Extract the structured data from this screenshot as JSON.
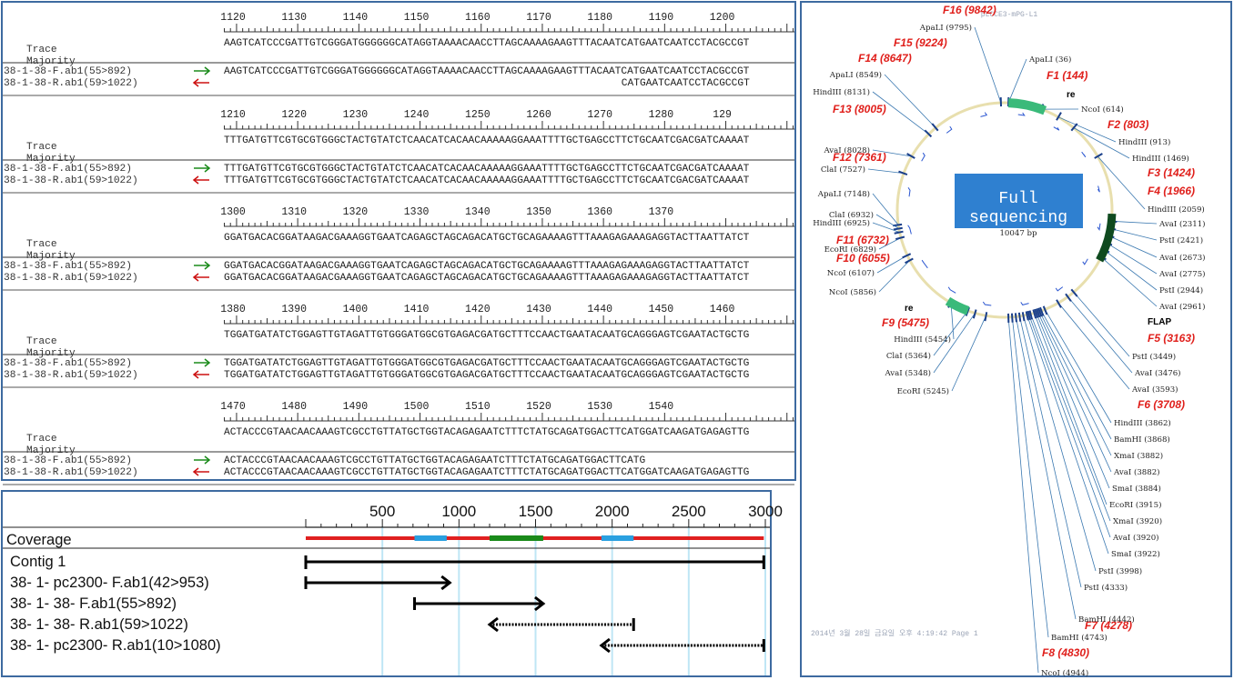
{
  "alignment": {
    "row_labels": {
      "trace": "Trace",
      "majority": "Majority",
      "forward": "38-1-38-F.ab1(55>892)",
      "reverse": "38-1-38-R.ab1(59>1022)"
    },
    "blocks": [
      {
        "ticks": [
          "1120",
          "1130",
          "1140",
          "1150",
          "1160",
          "1170",
          "1180",
          "1190",
          "1200"
        ],
        "majority": "AAGTCATCCCGATTGTCGGGATGGGGGGCATAGGTAAAACAACCTTAGCAAAAGAAGTTTACAATCATGAATCAATCCTACGCCGT",
        "forward": "AAGTCATCCCGATTGTCGGGATGGGGGGCATAGGTAAAACAACCTTAGCAAAAGAAGTTTACAATCATGAATCAATCCTACGCCGT",
        "reverse": "CATGAATCAATCCTACGCCGT"
      },
      {
        "ticks": [
          "1210",
          "1220",
          "1230",
          "1240",
          "1250",
          "1260",
          "1270",
          "1280",
          "129"
        ],
        "majority": "TTTGATGTTCGTGCGTGGGCTACTGTATCTCAACATCACAACAAAAAGGAAATTTTGCTGAGCCTTCTGCAATCGACGATCAAAAT",
        "forward": "TTTGATGTTCGTGCGTGGGCTACTGTATCTCAACATCACAACAAAAAGGAAATTTTGCTGAGCCTTCTGCAATCGACGATCAAAAT",
        "reverse": "TTTGATGTTCGTGCGTGGGCTACTGTATCTCAACATCACAACAAAAAGGAAATTTTGCTGAGCCTTCTGCAATCGACGATCAAAAT"
      },
      {
        "ticks": [
          "1300",
          "1310",
          "1320",
          "1330",
          "1340",
          "1350",
          "1360",
          "1370"
        ],
        "majority": "GGATGACACGGATAAGACGAAAGGTGAATCAGAGCTAGCAGACATGCTGCAGAAAAGTTTAAAGAGAAAGAGGTACTTAATTATCT",
        "forward": "GGATGACACGGATAAGACGAAAGGTGAATCAGAGCTAGCAGACATGCTGCAGAAAAGTTTAAAGAGAAAGAGGTACTTAATTATCT",
        "reverse": "GGATGACACGGATAAGACGAAAGGTGAATCAGAGCTAGCAGACATGCTGCAGAAAAGTTTAAAGAGAAAGAGGTACTTAATTATCT"
      },
      {
        "ticks": [
          "1380",
          "1390",
          "1400",
          "1410",
          "1420",
          "1430",
          "1440",
          "1450",
          "1460"
        ],
        "majority": "TGGATGATATCTGGAGTTGTAGATTGTGGGATGGCGTGAGACGATGCTTTCCAACTGAATACAATGCAGGGAGTCGAATACTGCTG",
        "forward": "TGGATGATATCTGGAGTTGTAGATTGTGGGATGGCGTGAGACGATGCTTTCCAACTGAATACAATGCAGGGAGTCGAATACTGCTG",
        "reverse": "TGGATGATATCTGGAGTTGTAGATTGTGGGATGGCGTGAGACGATGCTTTCCAACTGAATACAATGCAGGGAGTCGAATACTGCTG"
      },
      {
        "ticks": [
          "1470",
          "1480",
          "1490",
          "1500",
          "1510",
          "1520",
          "1530",
          "1540"
        ],
        "majority": "ACTACCCGTAACAACAAAGTCGCCTGTTATGCTGGTACAGAGAATCTTTCTATGCAGATGGACTTCATGGATCAAGATGAGAGTTG",
        "forward": "ACTACCCGTAACAACAAAGTCGCCTGTTATGCTGGTACAGAGAATCTTTCTATGCAGATGGACTTCATG",
        "reverse": "ACTACCCGTAACAACAAAGTCGCCTGTTATGCTGGTACAGAGAATCTTTCTATGCAGATGGACTTCATGGATCAAGATGAGAGTTG"
      }
    ]
  },
  "coverage": {
    "scale_labels": [
      "500",
      "1000",
      "1500",
      "2000",
      "2500",
      "3000"
    ],
    "coverage_label": "Coverage",
    "contig_label": "Contig 1",
    "reads": [
      {
        "label": "38- 1- pc2300- F.ab1(42>953)",
        "start": 0,
        "end": 940,
        "dir": "forward",
        "style": "solid"
      },
      {
        "label": "38- 1- 38- F.ab1(55>892)",
        "start": 710,
        "end": 1550,
        "dir": "forward",
        "style": "solid"
      },
      {
        "label": "38- 1- 38- R.ab1(59>1022)",
        "start": 1200,
        "end": 2140,
        "dir": "reverse",
        "style": "dotted"
      },
      {
        "label": "38- 1- pc2300- R.ab1(10>1080)",
        "start": 1930,
        "end": 2990,
        "dir": "reverse",
        "style": "dotted"
      }
    ],
    "colors": {
      "low": "#e02020",
      "mid": "#2aa0e0",
      "high": "#1a8a1a"
    }
  },
  "plasmid": {
    "title": "Full sequencing",
    "size": "10047 bp",
    "header": "pLCCE3-mPG-L1",
    "footer": "2014년 3월 28일 금요일 오후 4:19:42 Page 1",
    "flap_label": "FLAP",
    "re_label": "re",
    "fragments": [
      "F16 (9842)",
      "F15 (9224)",
      "F14 (8647)",
      "F13 (8005)",
      "F12 (7361)",
      "F11 (6732)",
      "F10 (6055)",
      "F9 (5475)",
      "F1 (144)",
      "F2 (803)",
      "F3 (1424)",
      "F4 (1966)",
      "F5 (3163)",
      "F6 (3708)",
      "F7 (4278)",
      "F8 (4830)"
    ],
    "sites": [
      "ApaLI (9795)",
      "ApaLI (36)",
      "ApaLI (8549)",
      "HindIII (8131)",
      "NcoI (614)",
      "AvaI (8028)",
      "HindIII (913)",
      "ClaI (7527)",
      "HindIII (1469)",
      "ApaLI (7148)",
      "ClaI (6932)",
      "HindIII (2059)",
      "HindIII (6925)",
      "EcoRI (6829)",
      "AvaI (2311)",
      "PstI (2421)",
      "NcoI (6107)",
      "AvaI (2673)",
      "AvaI (2775)",
      "NcoI (5856)",
      "PstI (2944)",
      "AvaI (2961)",
      "HindIII (5454)",
      "PstI (3449)",
      "ClaI (5364)",
      "AvaI (3476)",
      "AvaI (5348)",
      "AvaI (3593)",
      "EcoRI (5245)",
      "HindIII (3862)",
      "BamHI (3868)",
      "XmaI (3882)",
      "AvaI (3882)",
      "SmaI (3884)",
      "EcoRI (3915)",
      "XmaI (3920)",
      "AvaI (3920)",
      "SmaI (3922)",
      "PstI (3998)",
      "PstI (4333)",
      "BamHI (4442)",
      "BamHI (4743)",
      "NcoI (4944)"
    ]
  }
}
